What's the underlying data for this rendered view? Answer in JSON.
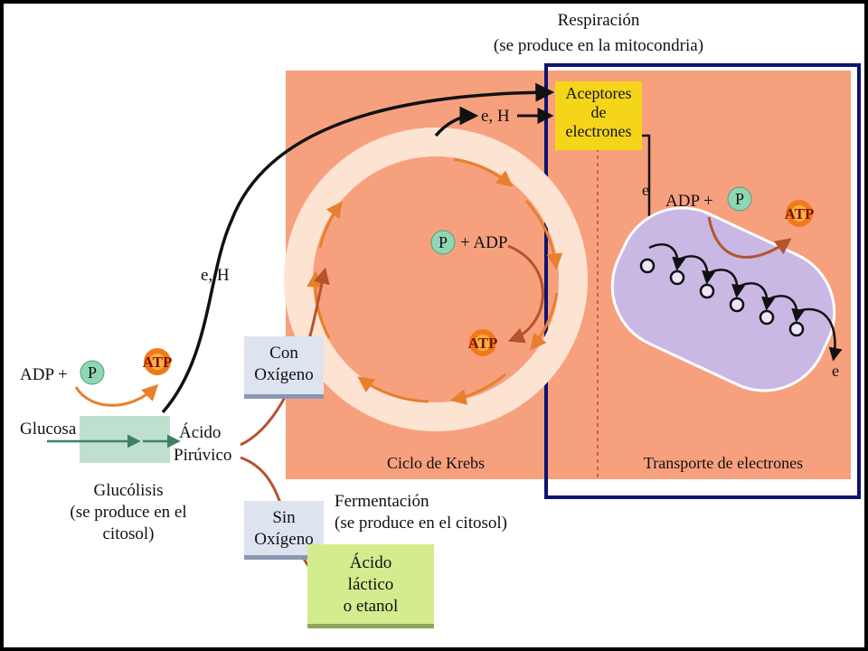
{
  "respiration": {
    "title": "Respiración",
    "subtitle": "(se produce en la mitocondria)"
  },
  "electron_labels": {
    "top": "e, H",
    "mid": "e, H",
    "chain_in": "e",
    "chain_out": "e"
  },
  "acceptors": {
    "line1": "Aceptores",
    "line2": "de",
    "line3": "electrones"
  },
  "glycolysis": {
    "reactant_adp": "ADP +",
    "phosphate": "P",
    "atp": "ATP",
    "input": "Glucosa",
    "product_line1": "Ácido",
    "product_line2": "Pirúvico",
    "title": "Glucólisis",
    "location_line1": "(se produce en el",
    "location_line2": "citosol)"
  },
  "with_oxygen": {
    "line1": "Con",
    "line2": "Oxígeno"
  },
  "without_oxygen": {
    "line1": "Sin",
    "line2": "Oxígeno"
  },
  "krebs": {
    "phosphate": "P",
    "reactant": "+ ADP",
    "atp": "ATP",
    "label": "Ciclo de Krebs"
  },
  "transport": {
    "reactant_adp": "ADP +",
    "phosphate": "P",
    "atp": "ATP",
    "label": "Transporte de electrones"
  },
  "fermentation": {
    "title": "Fermentación",
    "location": "(se produce en el citosol)",
    "product_line1": "Ácido",
    "product_line2": "láctico",
    "product_line3": "o etanol"
  },
  "colors": {
    "mitochondria": "#f7a07e",
    "frame": "#0d1570",
    "acceptor_box": "#f5d51a",
    "membrane": "#c9b8e4",
    "phosphate": "#8fd6b4",
    "oxygen_box": "#dde4f0",
    "product_box": "#d3ec8e",
    "arrow_orange": "#e77f2c",
    "arrow_red": "#b5532e"
  }
}
